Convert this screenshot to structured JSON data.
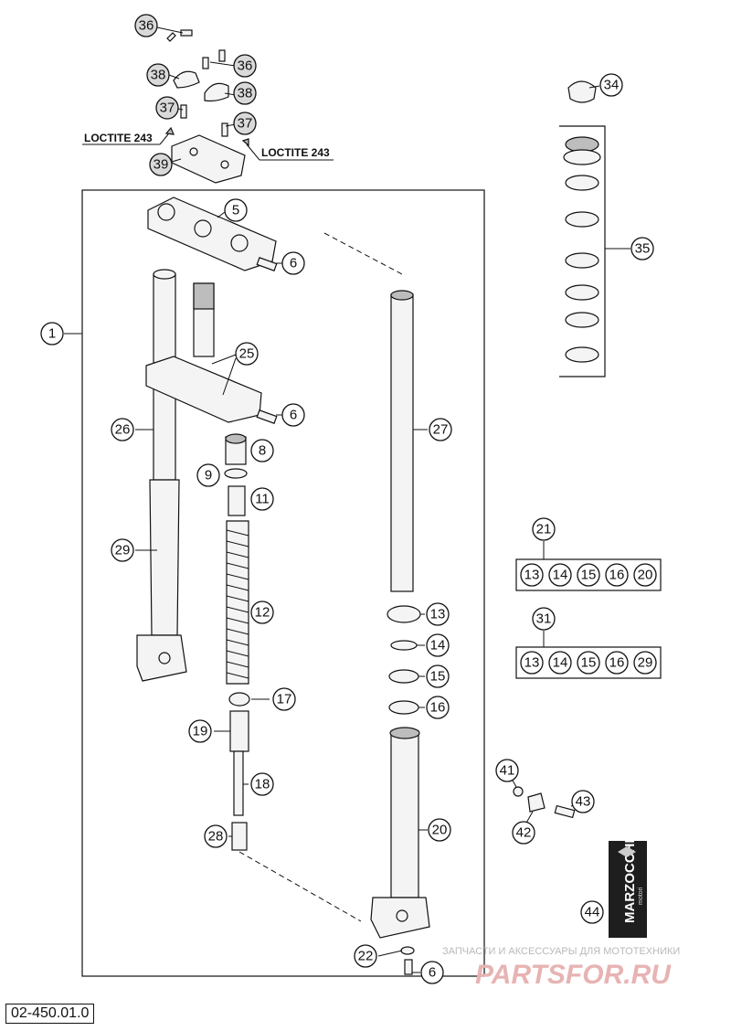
{
  "diagram_code": "02-450.01.0",
  "loctite_label": "LOCTITE 243",
  "brand": {
    "name": "MARZOCCHI",
    "sub": "motori"
  },
  "watermark": {
    "line1": "ЗАПЧАСТИ И АКСЕССУАРЫ ДЛЯ МОТОТЕХНИКИ",
    "line2": "PARTSFOR.RU"
  },
  "callouts": {
    "c1": "1",
    "c5": "5",
    "c6a": "6",
    "c6b": "6",
    "c6c": "6",
    "c8": "8",
    "c9": "9",
    "c11": "11",
    "c12": "12",
    "c13": "13",
    "c14": "14",
    "c15": "15",
    "c16": "16",
    "c17": "17",
    "c18": "18",
    "c19": "19",
    "c20": "20",
    "c21": "21",
    "c22": "22",
    "c25": "25",
    "c26": "26",
    "c27": "27",
    "c28": "28",
    "c29": "29",
    "c31": "31",
    "c34": "34",
    "c35": "35",
    "c36a": "36",
    "c36b": "36",
    "c37a": "37",
    "c37b": "37",
    "c38a": "38",
    "c38b": "38",
    "c39": "39",
    "c41": "41",
    "c42": "42",
    "c43": "43",
    "c44": "44"
  },
  "kit_21": [
    "13",
    "14",
    "15",
    "16",
    "20"
  ],
  "kit_31": [
    "13",
    "14",
    "15",
    "16",
    "29"
  ]
}
